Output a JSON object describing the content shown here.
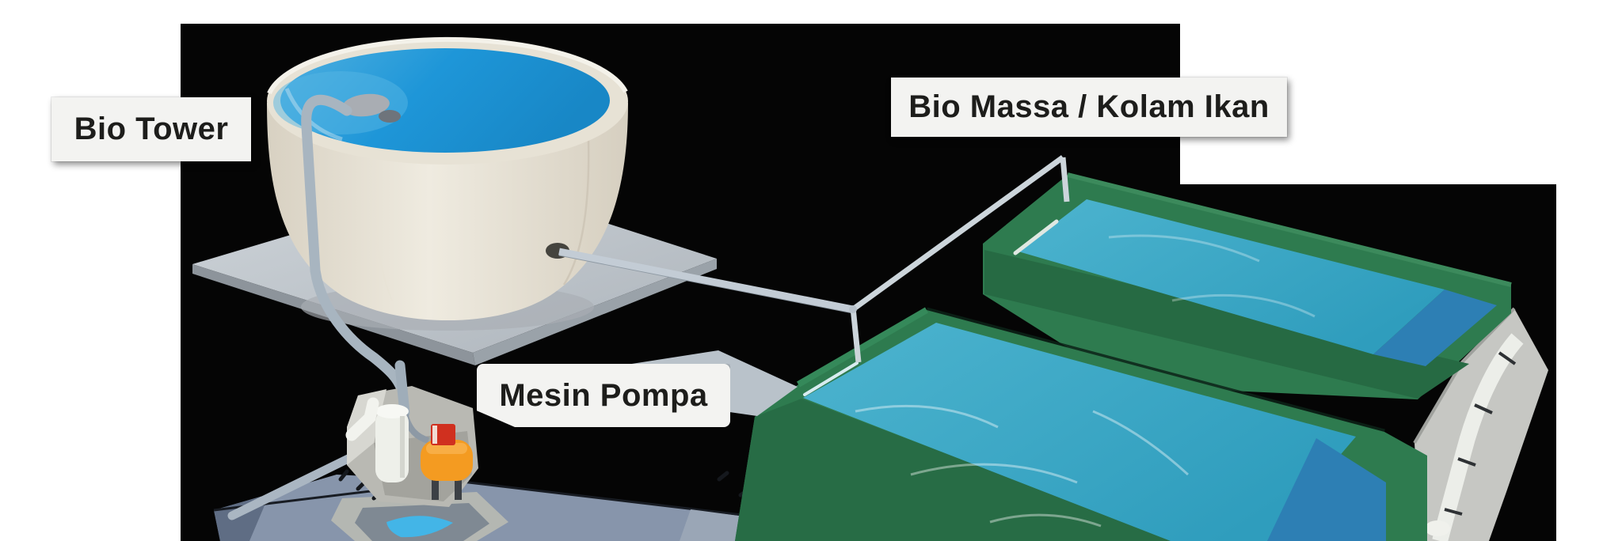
{
  "labels": {
    "bio_tower": "Bio Tower",
    "mesin_pompa": "Mesin Pompa",
    "bio_massa": "Bio Massa / Kolam Ikan"
  },
  "palette": {
    "background_white": "#ffffff",
    "backdrop_black": "#050505",
    "label_background": "#f3f3f1",
    "label_text": "#1d1d1b",
    "tower_tank_cream": "#e9e4d8",
    "tower_water_blue": "#1e96d8",
    "pedestal_gray": "#c3c9cf",
    "pond_green": "#2e7b4f",
    "pond_green_dark": "#266a43",
    "pond_water_teal": "#3aabc9",
    "pond_water_deep_blue": "#2d7fb4",
    "pipe_gray": "#b7c1ca",
    "railing_gray": "#ccd5db",
    "pump_orange": "#f49b21",
    "pump_red": "#d0301f",
    "floor_slate": "#8795ab",
    "sump_water_cyan": "#43b5e7",
    "walkway_gray": "#c6c7c3"
  }
}
